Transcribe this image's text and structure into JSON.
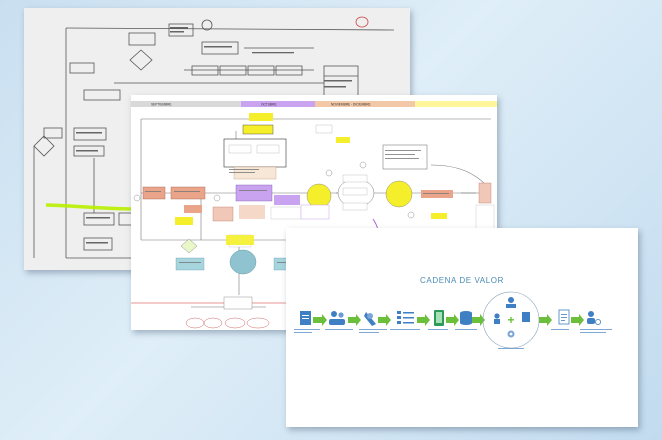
{
  "process_sheet": {
    "lane_headers": [
      "SEPTIEMBRE",
      "OCTUBRE",
      "NOVIEMBRE - DICIEMBRE",
      ""
    ]
  },
  "value_chain": {
    "title": "CADENA DE VALOR"
  },
  "colors": {
    "background": "#cfe3f3",
    "highlighter": "#b8f000",
    "accent_yellow": "#f5ee2a",
    "accent_purple": "#c9a3f0",
    "accent_salmon": "#e9a48a",
    "accent_teal": "#8fc3d0",
    "value_chain_arrows": "#6bbf3a",
    "value_chain_icons": "#3f7fc4"
  }
}
